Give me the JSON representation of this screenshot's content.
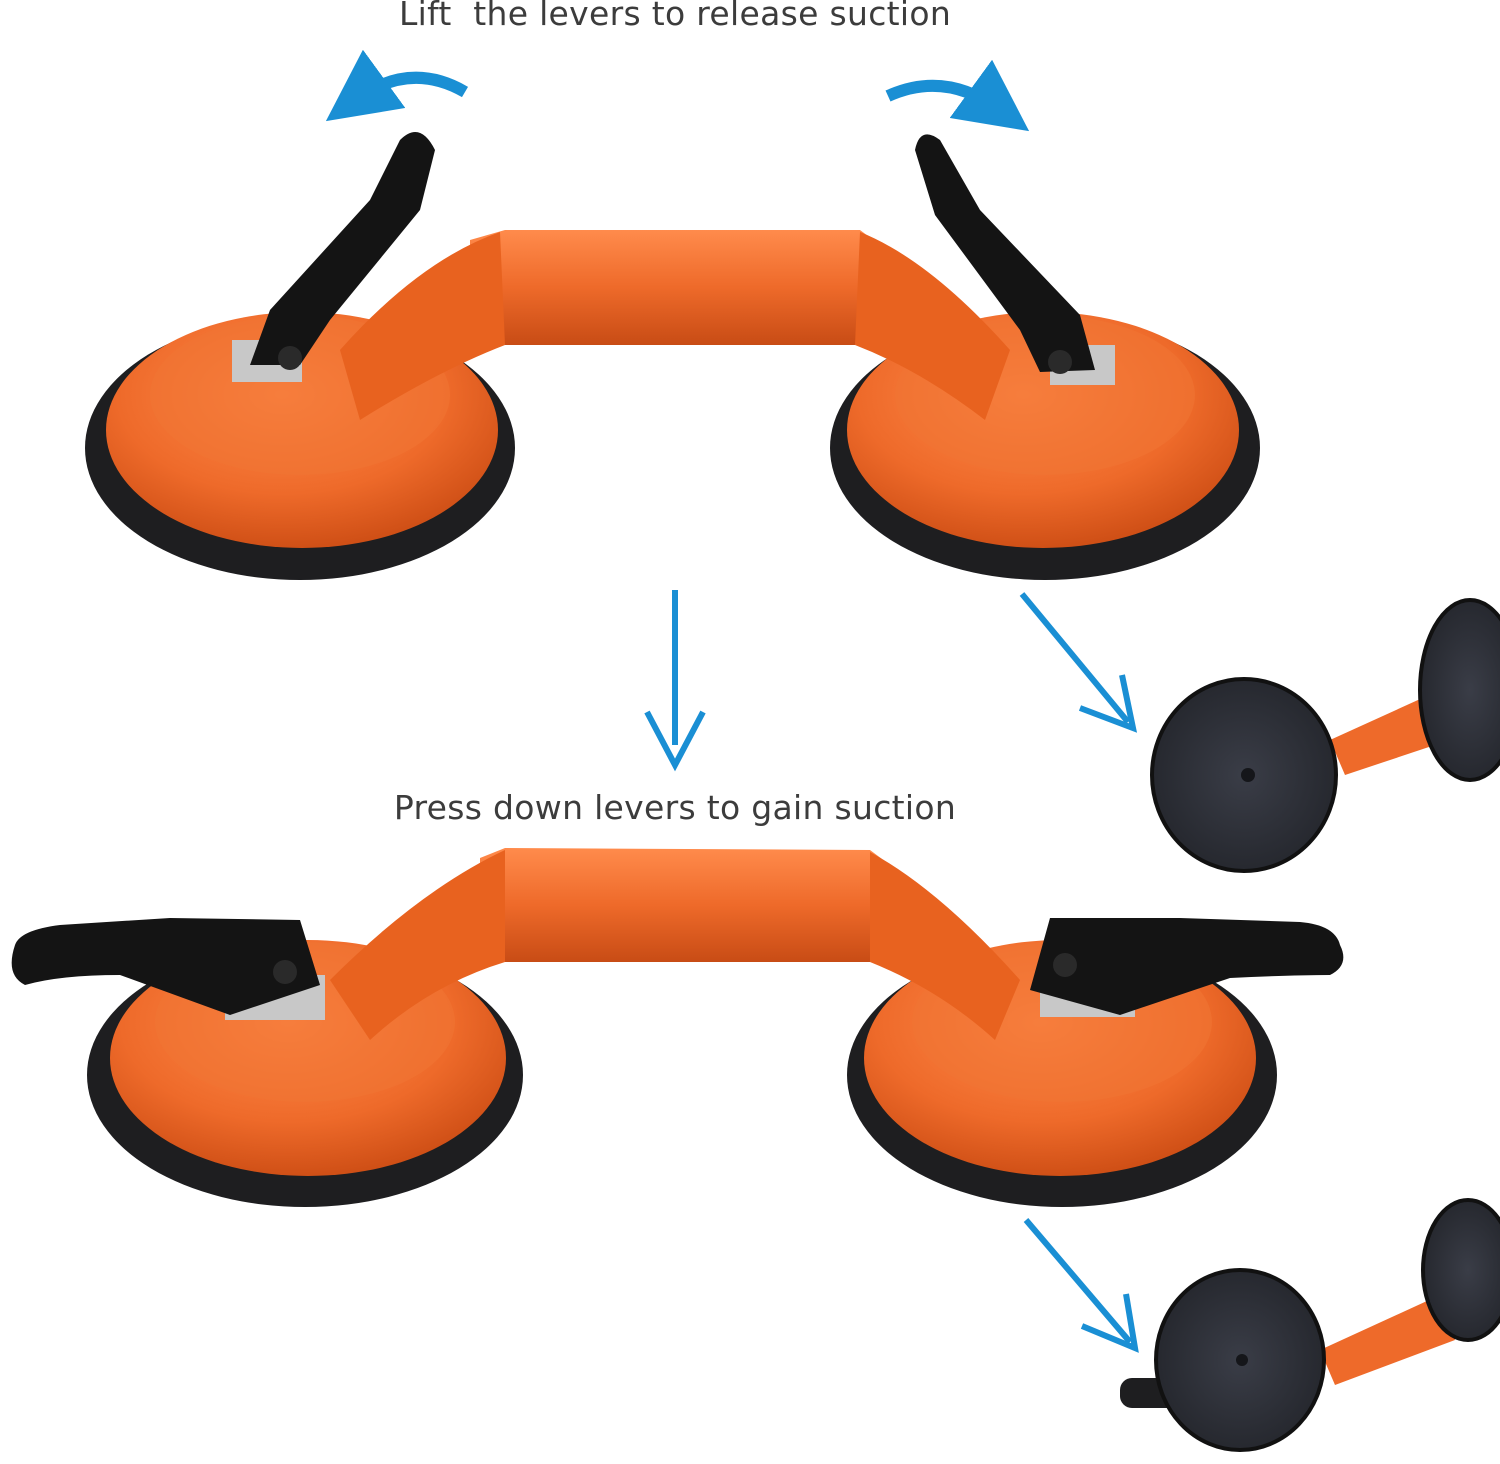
{
  "captions": {
    "release": "Lift  the levers to release suction",
    "gain": "Press down levers to gain suction"
  },
  "colors": {
    "body_orange": "#ee6a2a",
    "body_orange_dark": "#d5521a",
    "rubber_black": "#1e1e20",
    "pad_underside": "#2e3038",
    "lever_black": "#141414",
    "arrow_blue": "#1a8fd4"
  },
  "objects": [
    "suction-cup-lifter-levers-up",
    "suction-cup-lifter-levers-down",
    "suction-cup-underside-view"
  ]
}
